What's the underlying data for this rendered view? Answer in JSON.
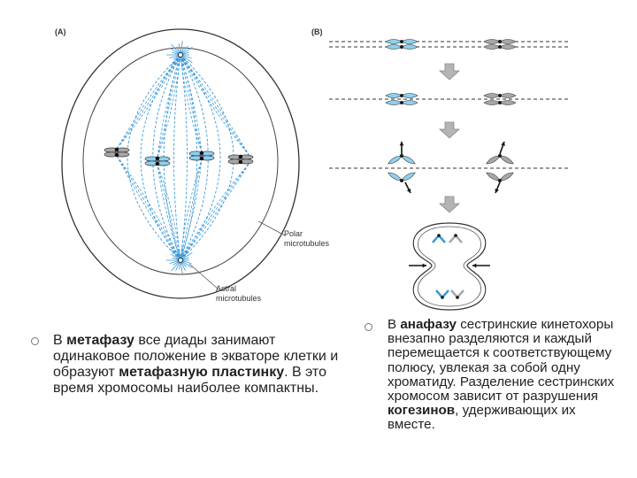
{
  "figure": {
    "panel_a_label": "(A)",
    "panel_b_label": "(B)",
    "callouts": {
      "polar_line1": "Polar",
      "polar_line2": "microtubules",
      "astral_line1": "Astral",
      "astral_line2": "microtubules"
    },
    "colors": {
      "spindle": "#3a9ad9",
      "chromatid_blue": "#8fd0f0",
      "chromatid_gray": "#a8a8a8",
      "arrow_fill": "#b4b4b4",
      "dark": "#222222"
    }
  },
  "text": {
    "left": {
      "p1": "В ",
      "b1": "метафазу",
      "p2": " все диады занимают одинаковое положение в экваторе клетки и образуют ",
      "b2": "метафазную пластинку",
      "p3": ". В это время хромосомы наиболее компактны."
    },
    "right": {
      "p1": "В ",
      "b1": "анафазу",
      "p2": " сестринские кинетохоры внезапно разделяются и каждый перемещается к соответствующему полюсу, увлекая за собой одну хроматиду. Разделение сестринских хромосом зависит от разрушения ",
      "b2": "когезинов",
      "p3": ", удерживающих их вместе."
    }
  }
}
